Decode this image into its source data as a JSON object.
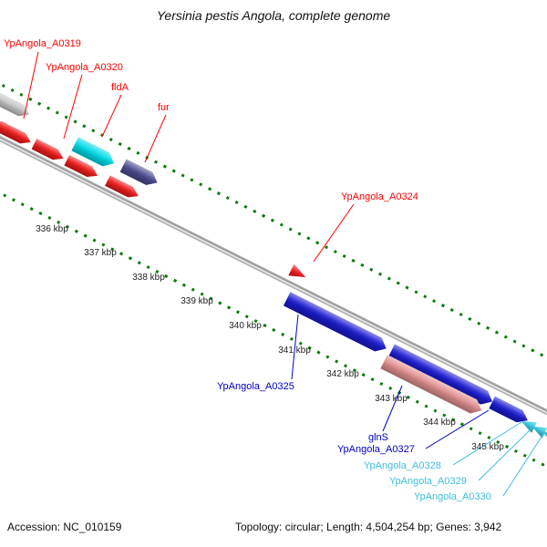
{
  "title": "Yersinia pestis Angola, complete genome",
  "footer": {
    "accession": "Accession: NC_010159",
    "stats": "Topology: circular; Length: 4,504,254 bp; Genes: 3,942"
  },
  "colors": {
    "tick_green": "#0b7a0b",
    "backbone_gray": "#999999",
    "label_red": "#ff0000",
    "label_blue": "#0000cc",
    "label_cyan": "#3fbede"
  },
  "ruler": {
    "unit": "kbp",
    "tick_labels": [
      "336 kbp",
      "337 kbp",
      "338 kbp",
      "339 kbp",
      "340 kbp",
      "341 kbp",
      "342 kbp",
      "343 kbp",
      "344 kbp",
      "345 kbp"
    ]
  },
  "arrows": [
    {
      "name": "unlabeled-gray",
      "color": "#c6c6c6"
    },
    {
      "name": "YpAngola_A0319",
      "color": "#ee1c1c"
    },
    {
      "name": "YpAngola_A0320",
      "color": "#ee1c1c"
    },
    {
      "name": "unlabeled-red-1",
      "color": "#ee1c1c"
    },
    {
      "name": "unlabeled-red-2",
      "color": "#ee1c1c"
    },
    {
      "name": "fldA",
      "color": "#00dce8"
    },
    {
      "name": "fur",
      "color": "#4c4c92"
    },
    {
      "name": "YpAngola_A0324",
      "color": "#ee1c1c"
    },
    {
      "name": "YpAngola_A0325",
      "color": "#1b1bd0"
    },
    {
      "name": "unlabeled-blue",
      "color": "#1b1bd0"
    },
    {
      "name": "glnS",
      "color": "#e29090"
    },
    {
      "name": "YpAngola_A0327",
      "color": "#1b1bd0"
    },
    {
      "name": "YpAngola_A0328",
      "color": "#35cde2"
    },
    {
      "name": "YpAngola_A0329",
      "color": "#35cde2"
    },
    {
      "name": "YpAngola_A0330",
      "color": "#35cde2"
    },
    {
      "name": "unlabeled-blue-edge",
      "color": "#1b1bd0"
    }
  ],
  "labels": [
    {
      "text": "YpAngola_A0319",
      "color": "#ff0000"
    },
    {
      "text": "YpAngola_A0320",
      "color": "#ff0000"
    },
    {
      "text": "fldA",
      "color": "#ff0000"
    },
    {
      "text": "fur",
      "color": "#ff0000"
    },
    {
      "text": "YpAngola_A0324",
      "color": "#ff0000"
    },
    {
      "text": "YpAngola_A0325",
      "color": "#0000cc"
    },
    {
      "text": "glnS",
      "color": "#0000cc"
    },
    {
      "text": "YpAngola_A0327",
      "color": "#0000cc"
    },
    {
      "text": "YpAngola_A0328",
      "color": "#3fbede"
    },
    {
      "text": "YpAngola_A0329",
      "color": "#3fbede"
    },
    {
      "text": "YpAngola_A0330",
      "color": "#3fbede"
    }
  ]
}
